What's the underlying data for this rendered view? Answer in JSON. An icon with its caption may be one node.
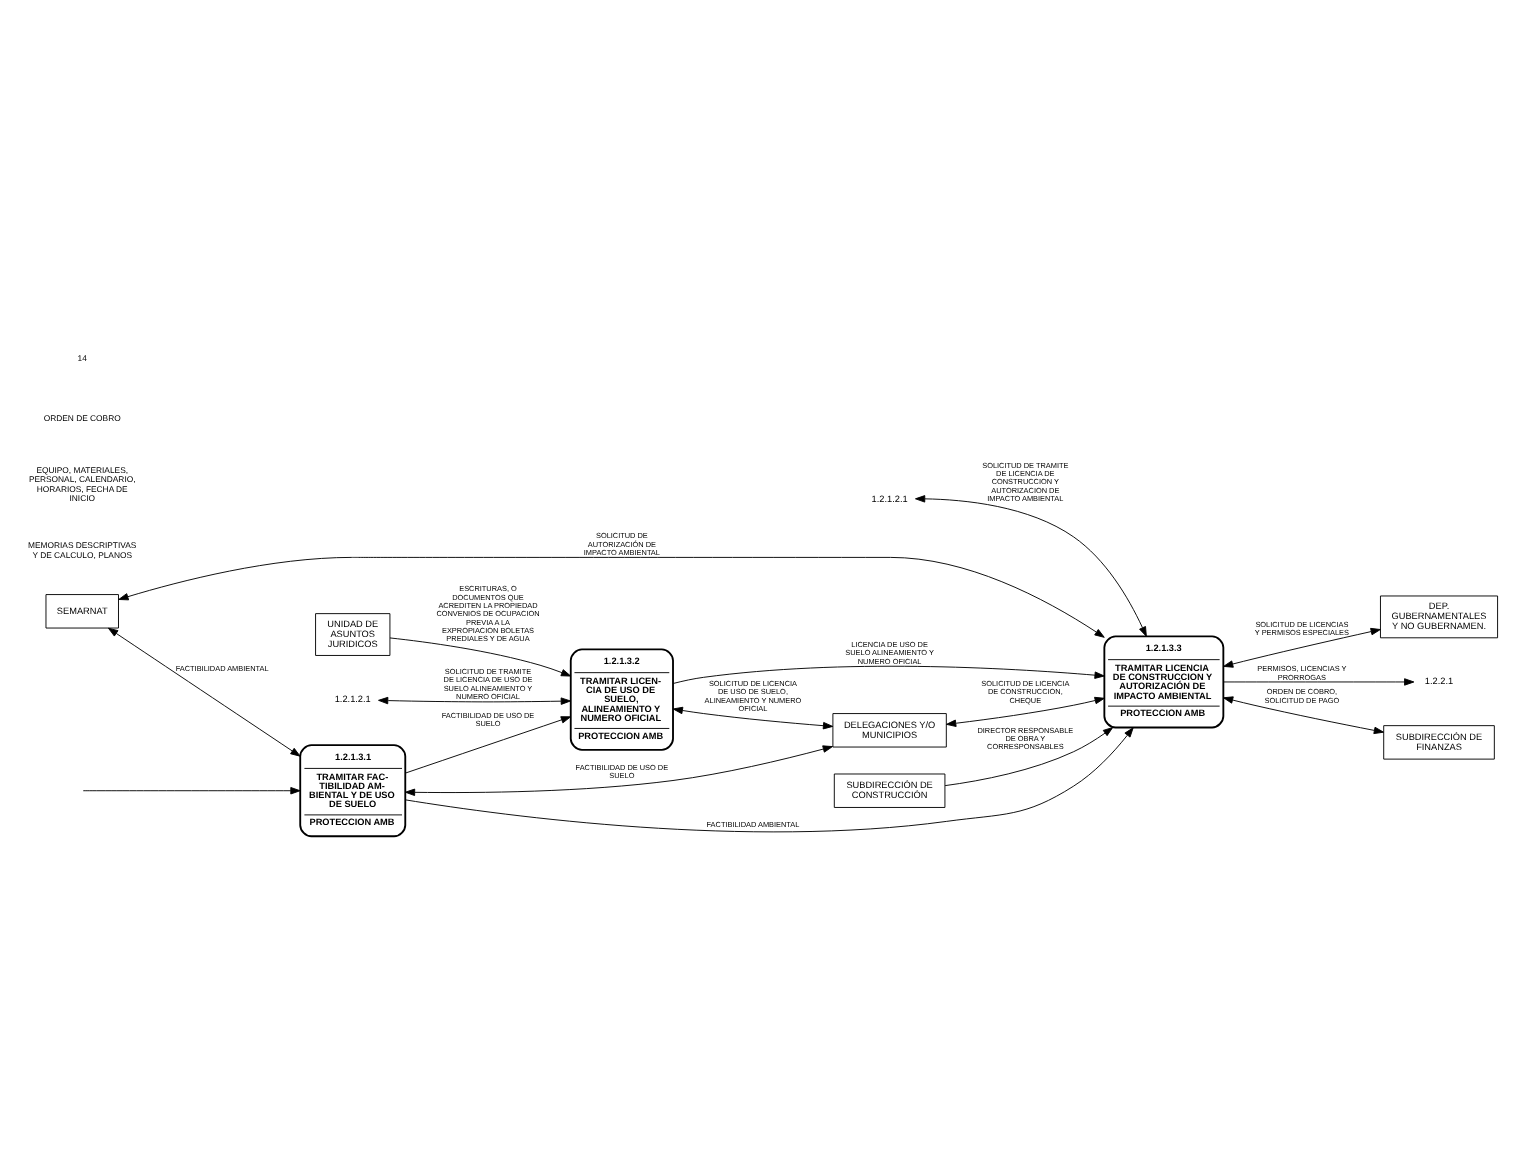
{
  "diagram": {
    "nodes": [
      {
        "text": [
          "SEMARNAT"
        ]
      },
      {
        "text": [
          "DEP. GUBERNAMENTALES Y NO GUBERNAMEN."
        ]
      },
      {
        "text": [
          "1.2.1.2.1"
        ]
      },
      {
        "text": [
          "1.2.1.2.1"
        ]
      },
      {
        "text": [
          "1.2.1.3.1",
          "TRAMITAR FAC- TIBILIDAD AM- BIENTAL Y DE USO DE SUELO",
          "PROTECCION AMB"
        ]
      },
      {
        "text": [
          "1.2.1.3.2",
          "TRAMITAR LICEN- CIA DE USO DE SUELO, ALINEAMIENTO Y NUMERO OFICIAL",
          "PROTECCION AMB"
        ]
      },
      {
        "text": [
          "1.2.1.3.3",
          "TRAMITAR LICENCIA DE CONSTRUCCION Y AUTORIZACIÓN DE IMPACTO AMBIENTAL",
          "PROTECCION AMB"
        ]
      },
      {
        "text": [
          "1.2.2.1"
        ]
      },
      {
        "text": [
          "UNIDAD DE ASUNTOS JURIDICOS"
        ]
      },
      {
        "text": [
          "SUBDIRECCIÓN DE CONSTRUCCIÓN"
        ]
      },
      {
        "text": [
          "SUBDIRECCIÓN DE FINANZAS"
        ]
      },
      {
        "text": [
          "DELEGACIONES Y/O MUNICIPIOS"
        ]
      }
    ],
    "edges": [
      {
        "from": 0,
        "to": 4,
        "arrow": "both",
        "label": "FACTIBILIDAD AMBIENTAL"
      },
      {
        "from": 6,
        "to": 0,
        "arrow": "both",
        "label": "SOLICITUD DE AUTORIZACIÓN DE IMPACTO AMBIENTAL"
      },
      {
        "from": 2,
        "to": 5,
        "arrow": "both",
        "label": "SOLICITUD DE TRAMITE DE LICENCIA DE USO DE SUELO ALINEAMIENTO Y NUMERO OFICIAL"
      },
      {
        "from": 3,
        "to": 6,
        "arrow": "both",
        "label": "SOLICITUD DE TRAMITE DE LICENCIA DE CONSTRUCCION Y AUTORIZACION DE IMPACTO AMBIENTAL"
      },
      {
        "from": 6,
        "to": 1,
        "arrow": "both",
        "label": "SOLICITUD DE LICENCIAS Y PERMISOS ESPECIALES"
      },
      {
        "from": null,
        "to": 4,
        "arrow": "to"
      },
      {
        "from": 4,
        "to": 5,
        "arrow": "to",
        "label": "FACTIBILIDAD DE USO DE SUELO"
      },
      {
        "from": 5,
        "to": 6,
        "arrow": "to",
        "label": "LICENCIA DE USO DE SUELO ALINEAMIENTO Y NUMERO OFICIAL"
      },
      {
        "from": 6,
        "to": 7,
        "arrow": "to",
        "label": "PERMISOS, LICENCIAS Y PRORROGAS"
      },
      {
        "from": 8,
        "to": 5,
        "arrow": "to",
        "label": "ESCRITURAS, O DOCUMENTOS QUE ACREDITEN LA PROPIEDAD CONVENIOS DE OCUPACION PREVIA A LA EXPROPIACION BOLETAS PREDIALES Y DE AGUA"
      },
      {
        "from": 9,
        "to": 6,
        "arrow": "to",
        "label": "DIRECTOR RESPONSABLE DE OBRA Y CORRESPONSABLES"
      },
      {
        "from": 6,
        "to": 10,
        "arrow": "both",
        "label": "ORDEN DE COBRO, SOLICITUD DE PAGO"
      },
      {
        "from": 5,
        "to": 11,
        "arrow": "both",
        "label": "SOLICITUD DE LICENCIA DE USO DE SUELO, ALINEAMIENTO Y NUMERO OFICIAL"
      },
      {
        "from": 11,
        "to": 4,
        "arrow": "both",
        "label": "FACTIBILIDAD DE USO DE SUELO"
      },
      {
        "from": 11,
        "to": 6,
        "arrow": "both",
        "label": "SOLICITUD DE LICENCIA DE CONSTRUCCION, CHEQUE"
      },
      {
        "from": 4,
        "to": 6,
        "arrow": "to",
        "label": "FACTIBILIDAD AMBIENTAL"
      }
    ],
    "labels": [
      "MEMORIAS DESCRIPTIVAS Y DE CALCULO, PLANOS",
      "EQUIPO, MATERIALES, PERSONAL, CALENDARIO, HORARIOS, FECHA DE INICIO",
      "ORDEN DE COBRO",
      "14"
    ]
  }
}
